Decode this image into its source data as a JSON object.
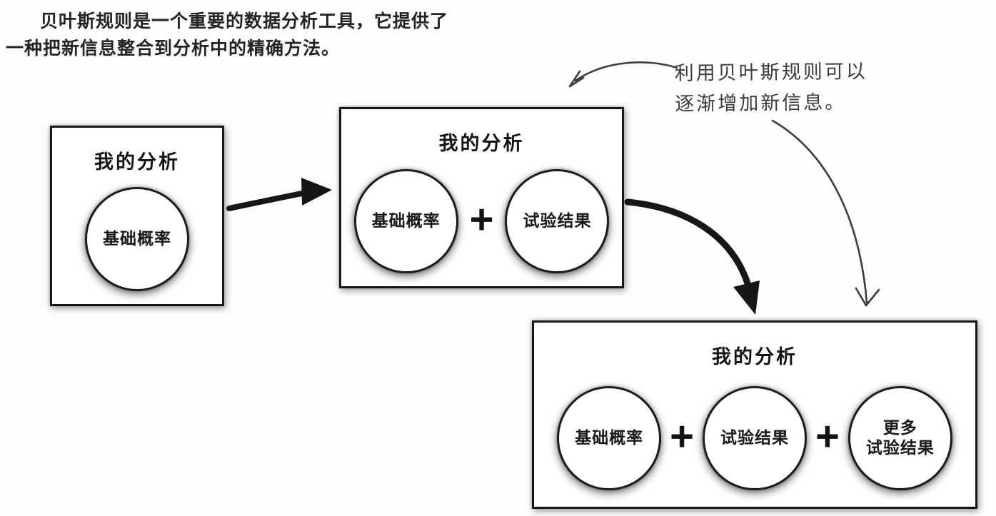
{
  "intro": {
    "line1": "贝叶斯规则是一个重要的数据分析工具，它提供了",
    "line2": "一种把新信息整合到分析中的精确方法。"
  },
  "annotation": {
    "line1": "利用贝叶斯规则可以",
    "line2": "逐渐增加新信息。"
  },
  "plus_sign": "+",
  "boxes": [
    {
      "title": "我的分析",
      "circles": [
        "基础概率"
      ]
    },
    {
      "title": "我的分析",
      "circles": [
        "基础概率",
        "试验结果"
      ]
    },
    {
      "title": "我的分析",
      "circles": [
        "基础概率",
        "试验结果",
        "更多\n试验结果"
      ]
    }
  ],
  "arrows": [
    {
      "name": "arrow-box1-to-box2",
      "style": "thick"
    },
    {
      "name": "arrow-box2-to-box3",
      "style": "thick-curved"
    },
    {
      "name": "annotation-arrow-to-box2",
      "style": "thin-handdrawn"
    },
    {
      "name": "annotation-arrow-to-box3",
      "style": "thin-handdrawn"
    }
  ],
  "colors": {
    "ink": "#1c1c1c",
    "background": "#fdfdfd",
    "box_fill": "#ffffff"
  }
}
